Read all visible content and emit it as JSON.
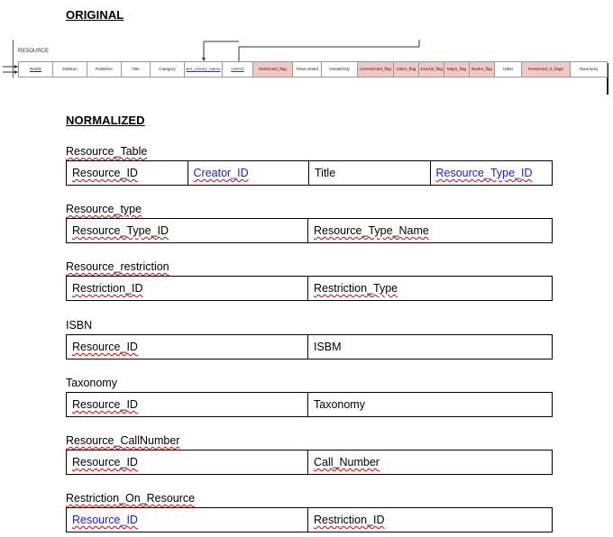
{
  "original": {
    "heading": "ORIGINAL",
    "entity_label": "RESOURCE",
    "columns": [
      {
        "label": "ResID",
        "style": "key"
      },
      {
        "label": "DDNum",
        "style": "plain"
      },
      {
        "label": "Publisher",
        "style": "plain"
      },
      {
        "label": "Title",
        "style": "plain"
      },
      {
        "label": "Category",
        "style": "plain"
      },
      {
        "label": "Bot_Library_Name",
        "style": "fk"
      },
      {
        "label": "UserID",
        "style": "fk"
      },
      {
        "label": "Restricted_flag",
        "style": "pink"
      },
      {
        "label": "TimeLimited",
        "style": "plain"
      },
      {
        "label": "OnsiteOnly",
        "style": "plain"
      },
      {
        "label": "Unrestricted_flag",
        "style": "pink"
      },
      {
        "label": "Video_flag",
        "style": "pink"
      },
      {
        "label": "Journal_flag",
        "style": "pink"
      },
      {
        "label": "Maps_flag",
        "style": "pink"
      },
      {
        "label": "Books_flag",
        "style": "pink"
      },
      {
        "label": "ISBN",
        "style": "plain"
      },
      {
        "label": "Preserved_S_flage",
        "style": "pink"
      },
      {
        "label": "Taxonomy",
        "style": "plain"
      }
    ]
  },
  "normalized": {
    "heading": "NORMALIZED",
    "tables": [
      {
        "name": "Resource_Table",
        "name_squiggle": true,
        "cells": [
          {
            "text": "Resource_ID",
            "blue": false,
            "squiggle": true
          },
          {
            "text": "Creator_ID",
            "blue": true,
            "squiggle": true
          },
          {
            "text": "Title",
            "blue": false,
            "squiggle": false
          },
          {
            "text": "Resource_Type_ID",
            "blue": true,
            "squiggle": true
          }
        ]
      },
      {
        "name": "Resource_type",
        "name_squiggle": true,
        "cells": [
          {
            "text": "Resource_Type_ID",
            "blue": false,
            "squiggle": true
          },
          {
            "text": "Resource_Type_Name",
            "blue": false,
            "squiggle": true
          }
        ]
      },
      {
        "name": "Resource_restriction",
        "name_squiggle": true,
        "cells": [
          {
            "text": "Restriction_ID",
            "blue": false,
            "squiggle": true
          },
          {
            "text": "Restriction_Type",
            "blue": false,
            "squiggle": true
          }
        ]
      },
      {
        "name": "ISBN",
        "name_squiggle": false,
        "cells": [
          {
            "text": "Resource_ID",
            "blue": false,
            "squiggle": true
          },
          {
            "text": "ISBM",
            "blue": false,
            "squiggle": false
          }
        ]
      },
      {
        "name": "Taxonomy",
        "name_squiggle": false,
        "cells": [
          {
            "text": "Resource_ID",
            "blue": false,
            "squiggle": true
          },
          {
            "text": "Taxonomy",
            "blue": false,
            "squiggle": false
          }
        ]
      },
      {
        "name": "Resource_CallNumber",
        "name_squiggle": true,
        "cells": [
          {
            "text": "Resource_ID",
            "blue": false,
            "squiggle": true
          },
          {
            "text": "Call_Number",
            "blue": false,
            "squiggle": true
          }
        ]
      },
      {
        "name": "Restriction_On_Resource",
        "name_squiggle": true,
        "cells": [
          {
            "text": "Resource_ID",
            "blue": true,
            "squiggle": true
          },
          {
            "text": "Restriction_ID",
            "blue": false,
            "squiggle": true
          }
        ]
      }
    ]
  }
}
